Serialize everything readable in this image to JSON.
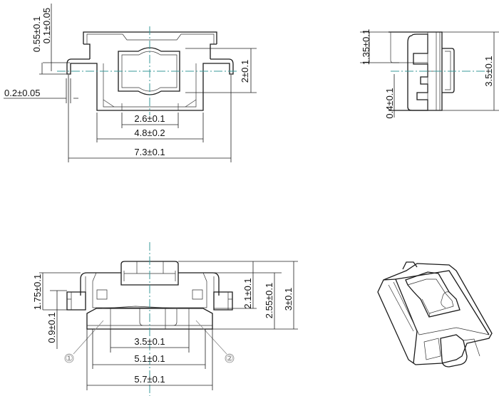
{
  "drawing": {
    "top_view": {
      "dims": {
        "overall_width": "7.3±0.1",
        "body_width": "4.8±0.2",
        "button_width": "2.6±0.1",
        "button_height": "2±0.1",
        "lead_offset": "0.55±0.1",
        "lead_thickness": "0.1±0.05",
        "lead_width": "0.2±0.05"
      }
    },
    "side_view": {
      "dims": {
        "lead_position": "1.35±0.1",
        "overall_depth": "3.5±0.1",
        "offset": "0.4±0.1"
      }
    },
    "front_view": {
      "dims": {
        "pad_spacing": "3.5±0.1",
        "inner_width": "5.1±0.1",
        "outer_width": "5.7±0.1",
        "body_height": "2.1±0.1",
        "housing_height": "2.55±0.1",
        "overall_height": "3±0.1",
        "top_height": "1.75±0.1",
        "terminal_height": "0.9±0.1"
      },
      "terminal_labels": [
        "①",
        "②"
      ]
    }
  }
}
